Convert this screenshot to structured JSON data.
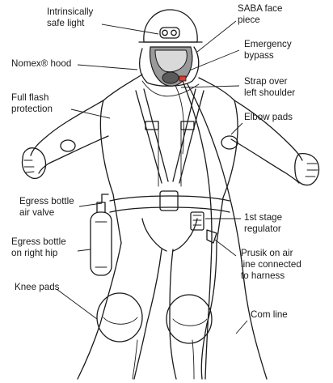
{
  "colors": {
    "ink": "#1a1a1a",
    "mask_gray": "#9a9a9a",
    "bypass_accent": "#e5392e",
    "background": "#ffffff"
  },
  "labels": {
    "intrinsically_safe_light": "Intrinsically\nsafe light",
    "nomex_hood": "Nomex® hood",
    "full_flash_protection": "Full flash\nprotection",
    "egress_bottle_air_valve": "Egress bottle\nair valve",
    "egress_bottle_on_right_hip": "Egress bottle\non right hip",
    "knee_pads": "Knee pads",
    "saba_face_piece": "SABA face\npiece",
    "emergency_bypass": "Emergency\nbypass",
    "strap_over_left_shoulder": "Strap over\nleft shoulder",
    "elbow_pads": "Elbow pads",
    "first_stage_regulator": "1st stage\nregulator",
    "prusik_on_air_line": "Prusik on air\nline connected\nto harness",
    "com_line": "Com line"
  }
}
